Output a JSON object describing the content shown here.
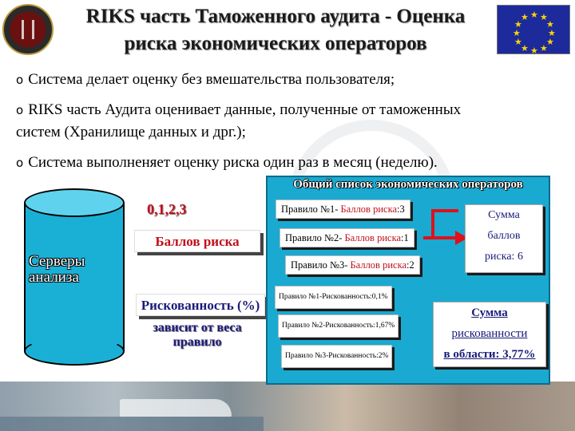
{
  "header": {
    "title_line1": "RIKS часть Таможенного аудита - Оценка",
    "title_line2": "риска экономических операторов"
  },
  "bullets": [
    {
      "mark": "o",
      "text": "Система делает оценку без вмешательства пользователя;"
    },
    {
      "mark": "o",
      "text": "RIKS часть Аудита оценивает данные, полученные от таможенных"
    },
    {
      "mark": "",
      "text": "систем (Хранилище данных и дрг.);"
    },
    {
      "mark": "o",
      "text": "Система выполненяет оценку риска один раз в месяц (неделю)."
    }
  ],
  "cylinder": {
    "line1": "Серверы",
    "line2": "анализа"
  },
  "left_labels": {
    "scores": "0,1,2,3",
    "risk_points": "Баллов риска",
    "riskiness": "Рискованность (%)",
    "depends_line1": "зависит от веса",
    "depends_line2": "правило"
  },
  "panel": {
    "title": "Общий список экономических операторов",
    "rules_points": [
      {
        "prefix": "Правило №1- ",
        "label": "Баллов риска",
        "value": ":3"
      },
      {
        "prefix": "Правило №2- ",
        "label": "Баллов риска",
        "value": ":1"
      },
      {
        "prefix": "Правило №3- ",
        "label": "Баллов риска",
        "value": ":2"
      }
    ],
    "rules_risk": [
      {
        "text": "Правило №1-Рискованность:0,1%"
      },
      {
        "text": "Правило №2-Рискованность:1,67%"
      },
      {
        "text": "Правило №3-Рискованность:2%"
      }
    ],
    "sum_points": {
      "line1": "Сумма",
      "line2": "баллов",
      "line3": "риска: 6"
    },
    "sum_risk": {
      "line1": "Сумма",
      "line2": "рискованности",
      "line3": "в области: 3,77%"
    }
  },
  "colors": {
    "accent_red": "#c0101a",
    "panel_blue": "#1aa9d0",
    "navy": "#1a1a7a"
  }
}
